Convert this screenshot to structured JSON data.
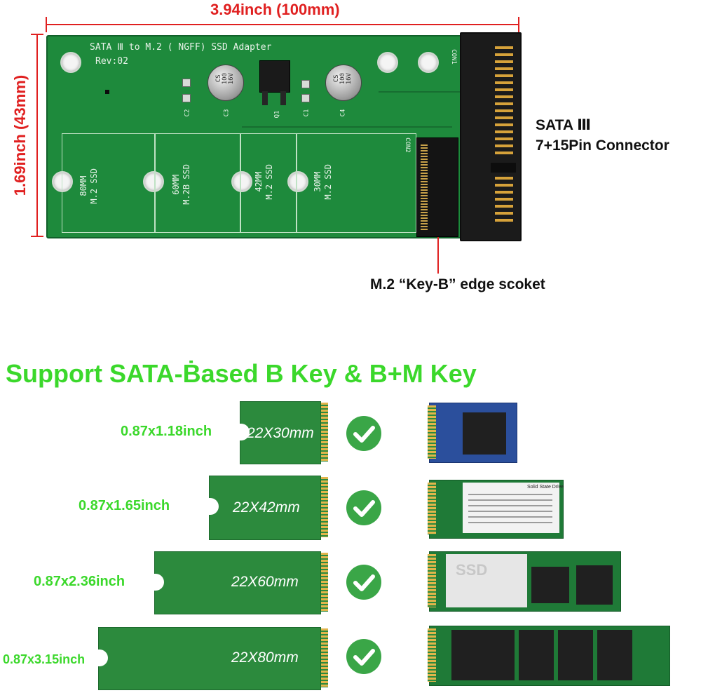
{
  "dimensions": {
    "width_label": "3.94inch (100mm)",
    "height_label": "1.69inch (43mm)"
  },
  "pcb": {
    "title": "SATA Ⅲ to M.2 ( NGFF) SSD Adapter",
    "rev": "Rev:02",
    "caps": [
      {
        "ref": "C3",
        "text": "CS\n100\n16V"
      },
      {
        "ref": "C4",
        "text": "CS\n100\n16V"
      }
    ],
    "refs": {
      "c2": "C2",
      "q1": "Q1",
      "c1": "C1",
      "con1": "CON1",
      "con2": "CON2"
    },
    "zones": [
      {
        "label": "80MM\nM.2 SSD"
      },
      {
        "label": "60MM\nM.2B SSD"
      },
      {
        "label": "42MM\nM.2 SSD"
      },
      {
        "label": "30MM\nM.2 SSD"
      }
    ]
  },
  "callouts": {
    "sata_line1": "SATA Ⅲ",
    "sata_line2": "7+15Pin Connector",
    "socket": "M.2 “Key-B” edge scoket"
  },
  "headline": "Support SATA-Ḃased B Key & B+M Key",
  "sizes": [
    {
      "inches": "0.87x1.18inch",
      "mm": "22X30mm"
    },
    {
      "inches": "0.87x1.65inch",
      "mm": "22X42mm"
    },
    {
      "inches": "0.87x2.36inch",
      "mm": "22X60mm"
    },
    {
      "inches": "0.87x3.15inch",
      "mm": "22X80mm"
    }
  ],
  "photo_labels": {
    "p2_title": "Solid State Drive",
    "p3_brand": "SSD"
  },
  "colors": {
    "accent_green": "#3bd82b",
    "dimension_red": "#e02020",
    "pcb_green": "#1e8a3c",
    "check_green": "#3aa647"
  },
  "icons": [
    "checkmark-icon"
  ]
}
